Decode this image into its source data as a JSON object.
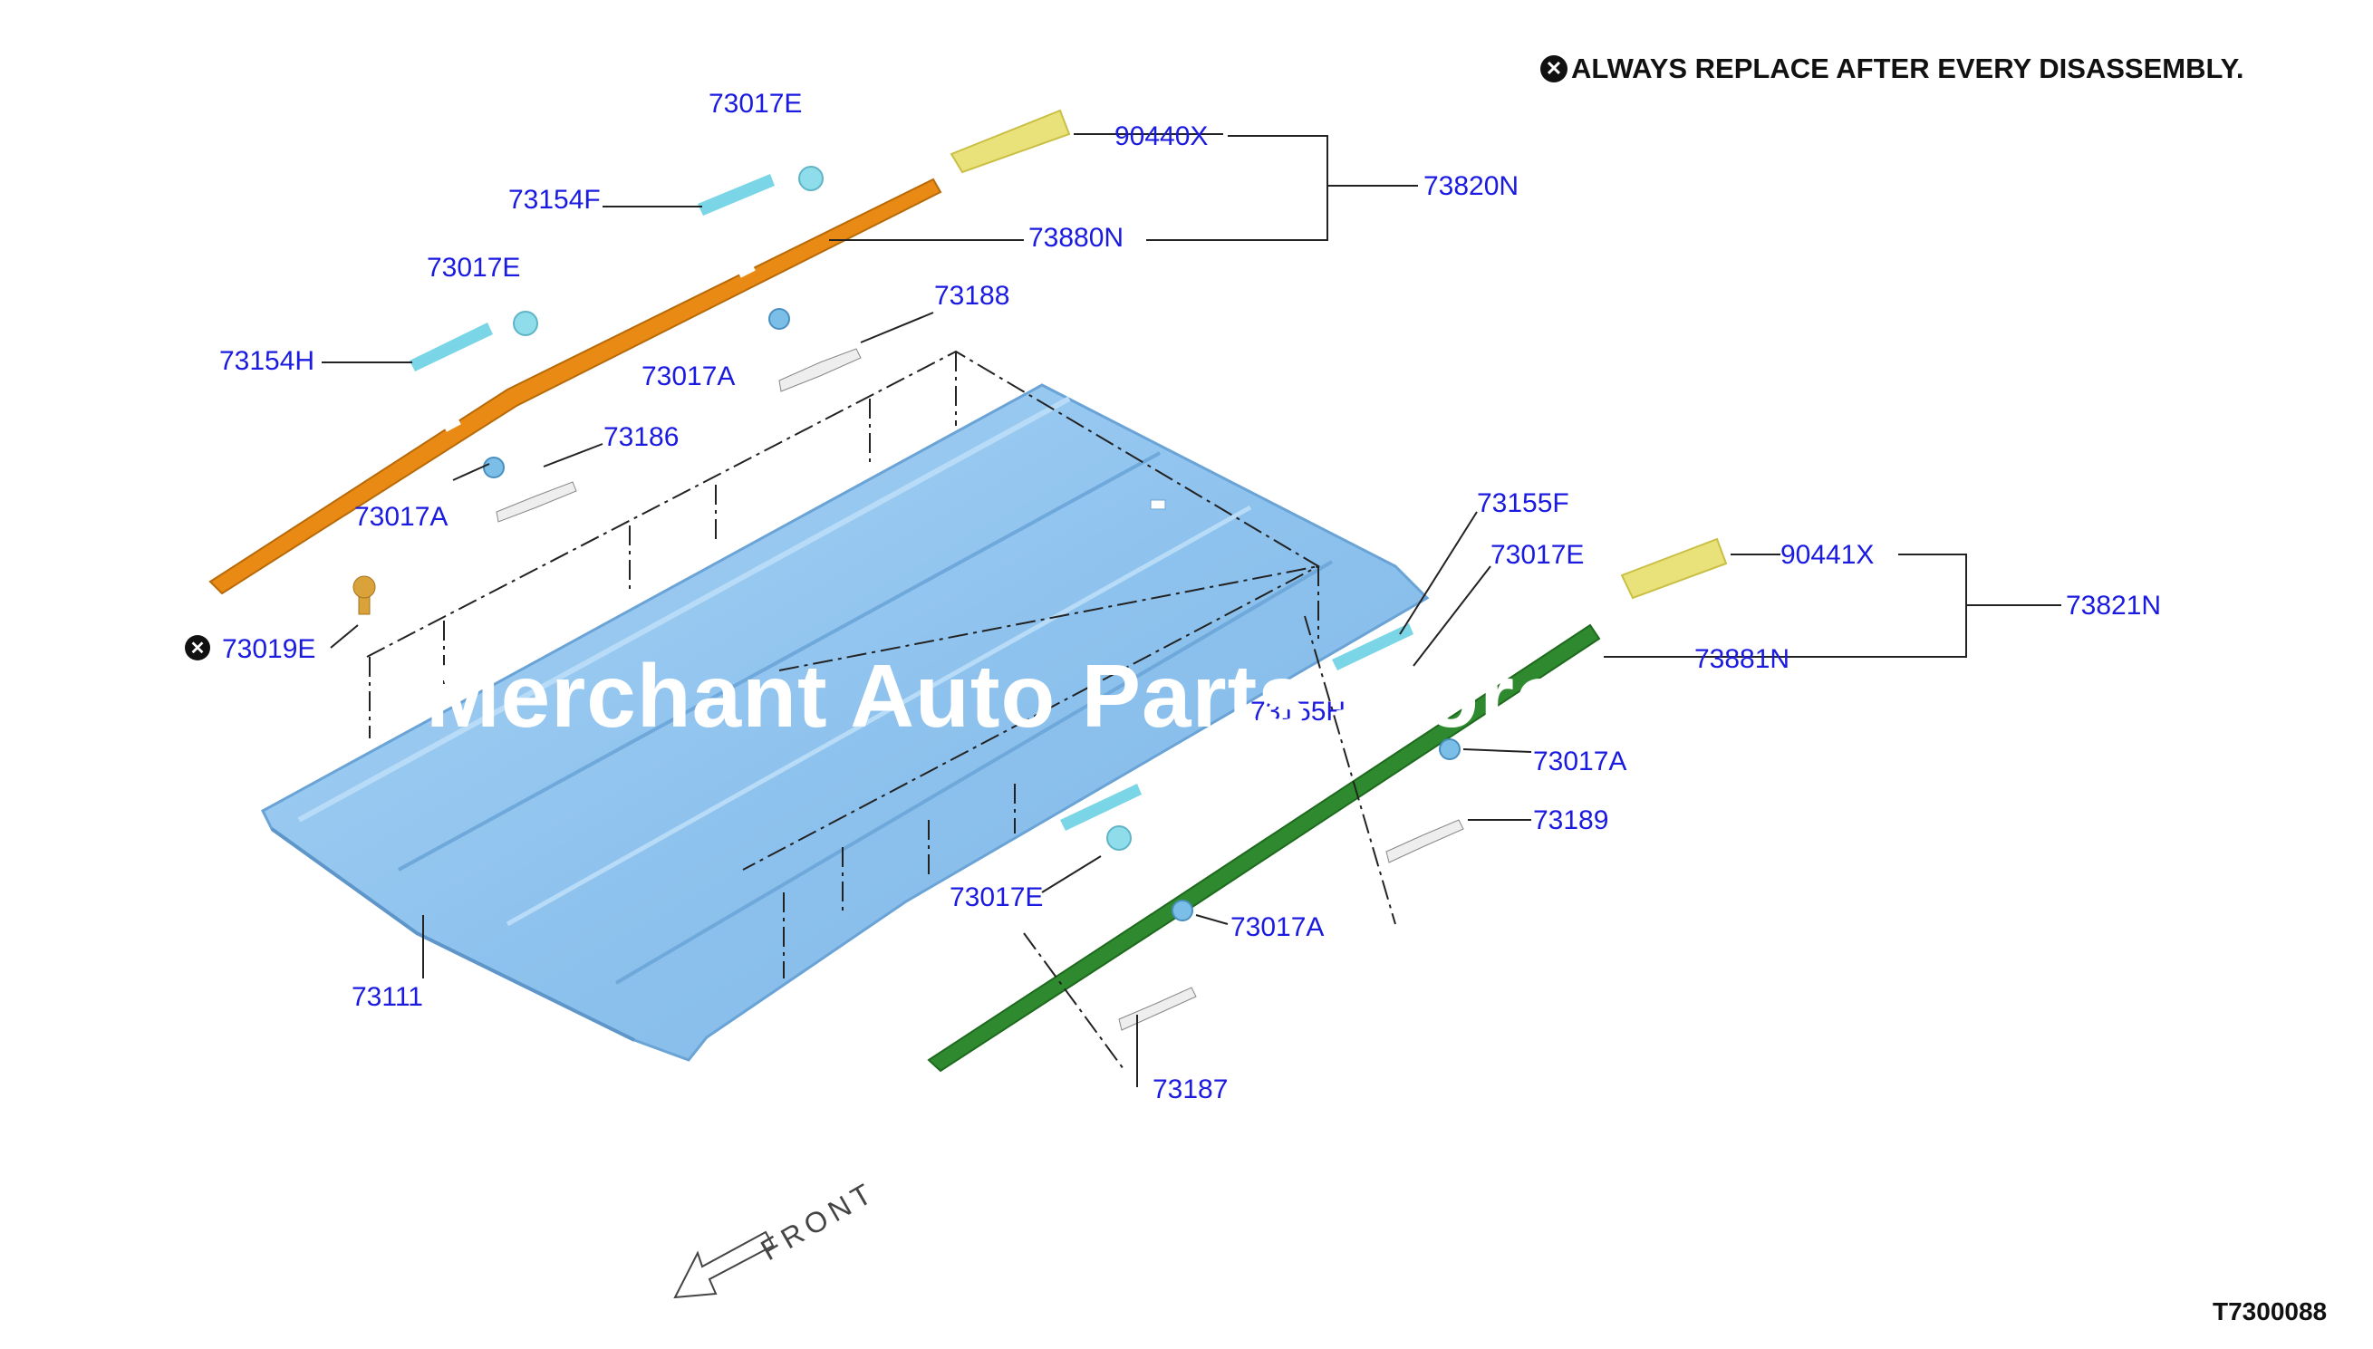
{
  "note": {
    "icon": "x-circle-icon",
    "text": "ALWAYS REPLACE AFTER EVERY DISASSEMBLY."
  },
  "diagram_id": "T7300088",
  "watermark": "Merchant Auto Parts Store",
  "front_label": "FRONT",
  "colors": {
    "roof_panel": "#8fc3ee",
    "left_rail": "#e88a14",
    "right_rail": "#2f8a2f",
    "end_caps": "#e9e27a",
    "finishers": "#7ad6e6",
    "label_text": "#1a1ae0"
  },
  "callouts": {
    "c73017e_top": "73017E",
    "c90440x": "90440X",
    "c73154f": "73154F",
    "c73820n": "73820N",
    "c73880n": "73880N",
    "c73017e_left": "73017E",
    "c73188": "73188",
    "c73154h": "73154H",
    "c73017a_upper": "73017A",
    "c73186": "73186",
    "c73017a_left": "73017A",
    "c73019e": "73019E",
    "c73155f": "73155F",
    "c73017e_right": "73017E",
    "c90441x": "90441X",
    "c73821n": "73821N",
    "c73881n": "73881N",
    "c73155h": "73155H",
    "c73017a_right1": "73017A",
    "c73189": "73189",
    "c73017e_bottom": "73017E",
    "c73017a_right2": "73017A",
    "c73187": "73187",
    "c73111": "73111"
  }
}
